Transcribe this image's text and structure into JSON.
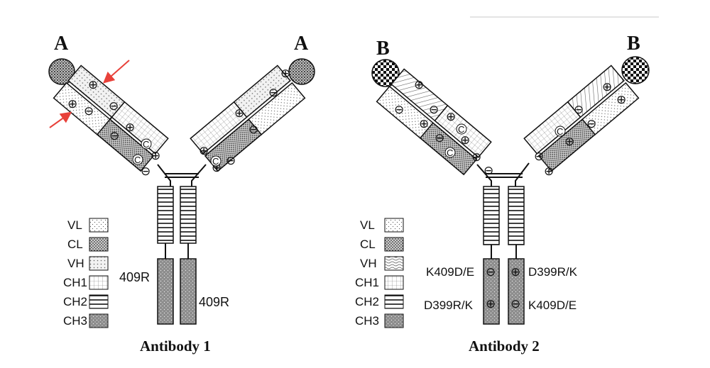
{
  "panels": [
    {
      "title": "Antibody 1",
      "antigen_left": "A",
      "antigen_right": "A",
      "legend": [
        "VL",
        "CL",
        "VH",
        "CH1",
        "CH2",
        "CH3"
      ],
      "mutation_left": "409R",
      "mutation_right": "409R"
    },
    {
      "title": "Antibody 2",
      "antigen_left": "B",
      "antigen_right": "B",
      "legend": [
        "VL",
        "CL",
        "VH",
        "CH1",
        "CH2",
        "CH3"
      ],
      "mutation_left_top": "K409D/E",
      "mutation_left_bottom": "D399R/K",
      "mutation_right_top": "D399R/K",
      "mutation_right_bottom": "K409D/E"
    }
  ],
  "symbols": {
    "plus": "⊕",
    "minus": "⊖",
    "disulfide": "C"
  },
  "colors": {
    "arrow": "#e8413a",
    "ink": "#111111",
    "fill_dark": "#8c8c8c",
    "divider": "#dcdcdc"
  }
}
